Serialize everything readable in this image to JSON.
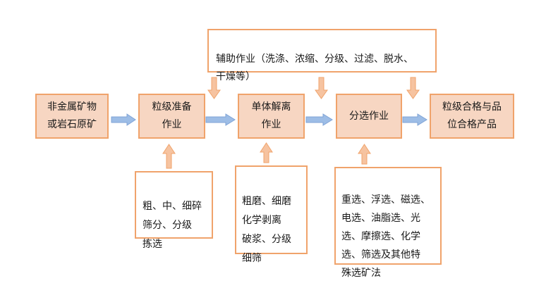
{
  "diagram": {
    "process": {
      "raw_material": "非金属矿物\n或岩石原矿",
      "size_prep": "粒级准备\n作业",
      "liberation": "单体解离\n作业",
      "separation": "分选作业",
      "product": "粒级合格与品\n位合格产品"
    },
    "auxiliary": "辅助作业（洗涤、浓缩、分级、过滤、脱水、\n干燥等）",
    "methods": {
      "size_prep": "粗、中、细碎\n筛分、分级\n拣选",
      "liberation": "粗磨、细磨\n化学剥离\n破浆、分级\n细筛",
      "separation": "重选、浮选、磁选、\n电选、油脂选、光\n选、摩擦选、化学\n选、筛选及其他特\n殊选矿法"
    },
    "colors": {
      "box_border": "#f0a36b",
      "box_fill": "#f7d6c2",
      "arrow_blue": "#9dbde6",
      "arrow_orange": "#f6c3a0"
    }
  }
}
